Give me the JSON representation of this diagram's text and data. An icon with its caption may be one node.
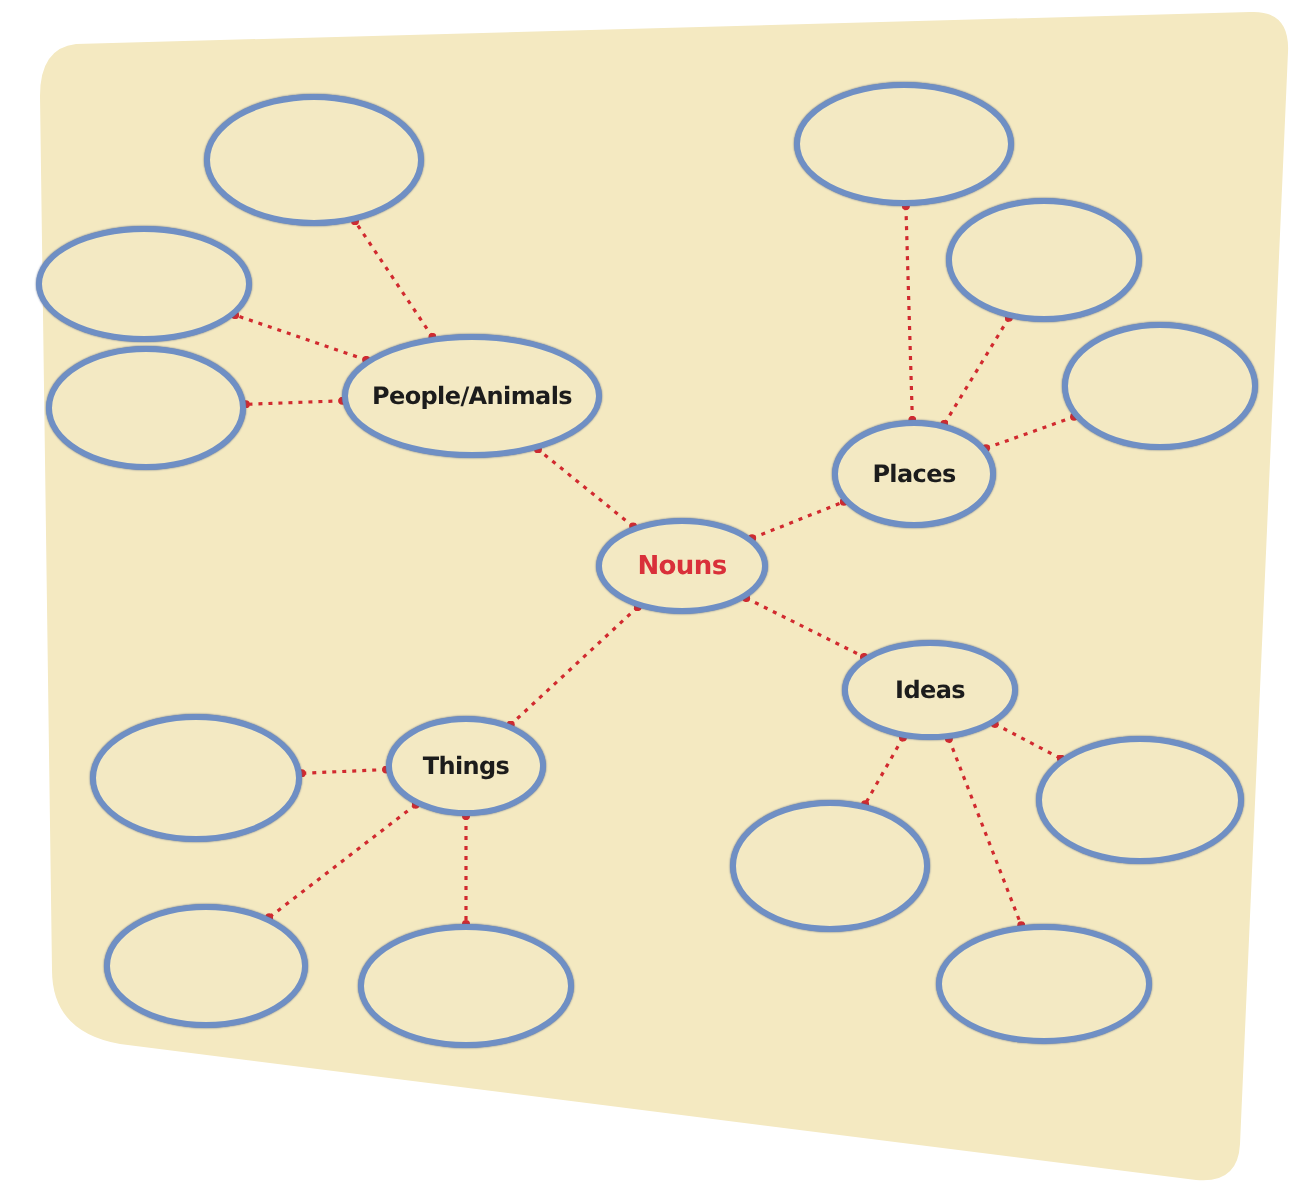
{
  "diagram": {
    "nodes": [
      {
        "text": [
          "Nouns"
        ]
      },
      {
        "text": [
          "People/Animals"
        ]
      },
      {
        "text": [
          "Places"
        ]
      },
      {
        "text": [
          "Things"
        ]
      },
      {
        "text": [
          "Ideas"
        ]
      },
      {
        "text": [],
        "shape": "circle"
      },
      {
        "text": [],
        "shape": "circle"
      },
      {
        "text": [],
        "shape": "circle"
      },
      {
        "text": [],
        "shape": "circle"
      },
      {
        "text": [],
        "shape": "circle"
      },
      {
        "text": [],
        "shape": "circle"
      },
      {
        "text": [],
        "shape": "circle"
      },
      {
        "text": [],
        "shape": "circle"
      },
      {
        "text": [],
        "shape": "circle"
      },
      {
        "text": [],
        "shape": "circle"
      },
      {
        "text": [],
        "shape": "circle"
      },
      {
        "text": [],
        "shape": "circle"
      }
    ],
    "edges": [
      {
        "from": 0,
        "to": 1,
        "arrow": "other",
        "style": "dashed"
      },
      {
        "from": 0,
        "to": 2,
        "arrow": "other",
        "style": "dashed"
      },
      {
        "from": 0,
        "to": 3,
        "arrow": "other",
        "style": "dashed"
      },
      {
        "from": 0,
        "to": 4,
        "arrow": "other",
        "style": "dashed"
      },
      {
        "from": 1,
        "to": 5,
        "arrow": "other",
        "style": "dashed"
      },
      {
        "from": 1,
        "to": 6,
        "arrow": "other",
        "style": "dashed"
      },
      {
        "from": 1,
        "to": 7,
        "arrow": "other",
        "style": "dashed"
      },
      {
        "from": 2,
        "to": 8,
        "arrow": "other",
        "style": "dashed"
      },
      {
        "from": 2,
        "to": 9,
        "arrow": "other",
        "style": "dashed"
      },
      {
        "from": 2,
        "to": 10,
        "arrow": "other",
        "style": "dashed"
      },
      {
        "from": 3,
        "to": 11,
        "arrow": "other",
        "style": "dashed"
      },
      {
        "from": 3,
        "to": 12,
        "arrow": "other",
        "style": "dashed"
      },
      {
        "from": 3,
        "to": 13,
        "arrow": "other",
        "style": "dashed"
      },
      {
        "from": 4,
        "to": 14,
        "arrow": "other",
        "style": "dashed"
      },
      {
        "from": 4,
        "to": 15,
        "arrow": "other",
        "style": "dashed"
      },
      {
        "from": 4,
        "to": 16,
        "arrow": "other",
        "style": "dashed"
      }
    ]
  }
}
